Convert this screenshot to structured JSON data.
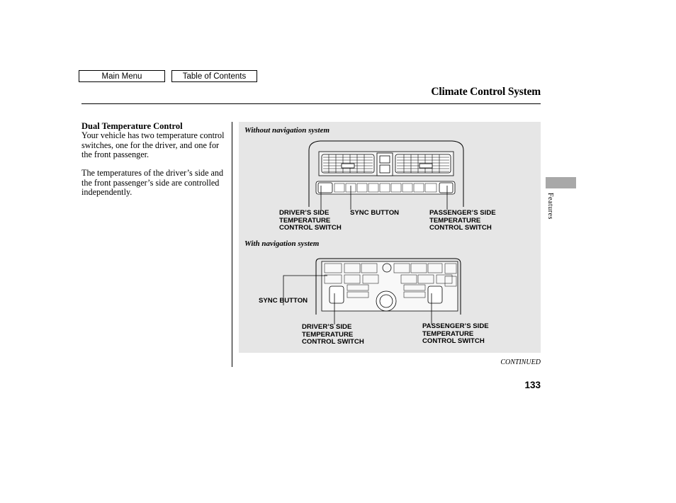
{
  "nav": {
    "main_menu": "Main Menu",
    "table_of_contents": "Table of Contents"
  },
  "header": {
    "title": "Climate Control System"
  },
  "side_tab": {
    "label": "Features"
  },
  "section": {
    "heading": "Dual Temperature Control",
    "paragraphs": [
      "Your vehicle has two temperature control switches, one for the driver, and one for the front passenger.",
      "The temperatures of the driver’s side and the front passenger’s side are controlled independently."
    ]
  },
  "figures": {
    "without_nav": {
      "caption": "Without navigation system",
      "callouts": {
        "driver": "DRIVER’S SIDE\nTEMPERATURE\nCONTROL SWITCH",
        "sync": "SYNC BUTTON",
        "passenger": "PASSENGER’S SIDE\nTEMPERATURE\nCONTROL SWITCH"
      }
    },
    "with_nav": {
      "caption": "With navigation system",
      "callouts": {
        "sync": "SYNC BUTTON",
        "driver": "DRIVER’S SIDE\nTEMPERATURE\nCONTROL SWITCH",
        "passenger": "PASSENGER’S SIDE\nTEMPERATURE\nCONTROL SWITCH"
      }
    }
  },
  "footer": {
    "continued": "CONTINUED",
    "page_number": "133"
  },
  "colors": {
    "figure_background": "#e6e6e6",
    "side_tab": "#a8a8a8"
  }
}
